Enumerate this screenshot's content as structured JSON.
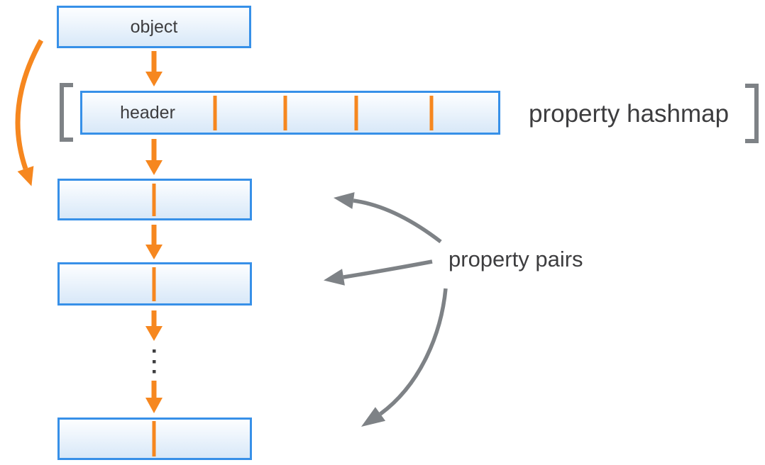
{
  "diagram": {
    "object_box": {
      "label": "object"
    },
    "hashmap": {
      "header_label": "header",
      "bracket_label": "property hashmap",
      "cells": 5,
      "dividers": 4
    },
    "property_pairs": {
      "label": "property pairs",
      "boxes_shown": 3,
      "divider_per_box": 1,
      "ellipsis_dots": 3,
      "pointer_arrows": 3
    }
  },
  "colors": {
    "orange": "#F6871F",
    "blue-border": "#3790E8",
    "box-fill-top": "#FDFEFF",
    "box-fill-bottom": "#D8E8F8",
    "gray": "#7E8286",
    "text-dark": "#3D3D3F",
    "background": "#FFFFFF"
  }
}
